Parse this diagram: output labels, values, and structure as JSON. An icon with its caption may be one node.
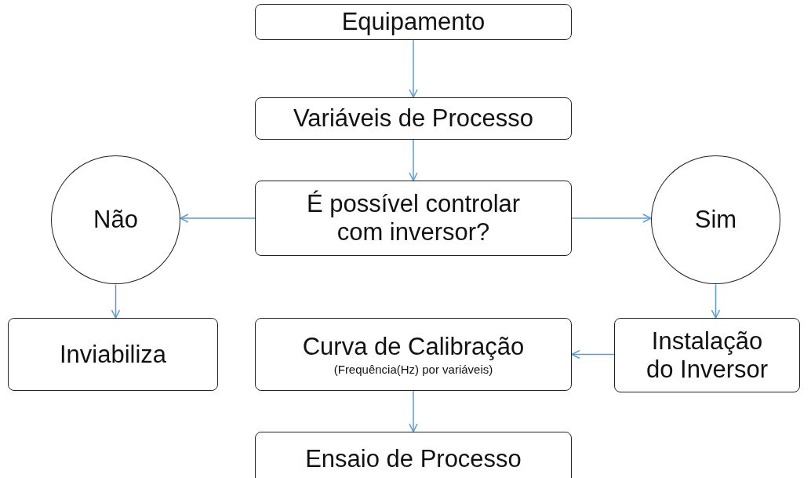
{
  "diagram": {
    "nodes": [
      {
        "text": [
          "Equipamento"
        ]
      },
      {
        "text": [
          "Variáveis de Processo"
        ]
      },
      {
        "text": [
          "Não"
        ]
      },
      {
        "text": [
          "É possível controlar com inversor?"
        ]
      },
      {
        "text": [
          "Sim"
        ]
      },
      {
        "text": [
          "Inviabiliza"
        ]
      },
      {
        "text": [
          "Curva de Calibração",
          "(Frequência(Hz) por variáveis)"
        ]
      },
      {
        "text": [
          "Instalação do Inversor"
        ]
      },
      {
        "text": [
          "Ensaio de Processo"
        ]
      }
    ],
    "edges": [
      {
        "from": 0,
        "to": 1,
        "arrow": "to"
      },
      {
        "from": 1,
        "to": 3,
        "arrow": "to"
      },
      {
        "from": 3,
        "to": 2,
        "arrow": "to"
      },
      {
        "from": 3,
        "to": 4,
        "arrow": "to"
      },
      {
        "from": 2,
        "to": 5,
        "arrow": "to"
      },
      {
        "from": 4,
        "to": 7,
        "arrow": "to"
      },
      {
        "from": 7,
        "to": 6,
        "arrow": "to"
      },
      {
        "from": 6,
        "to": 8,
        "arrow": "to"
      }
    ]
  }
}
